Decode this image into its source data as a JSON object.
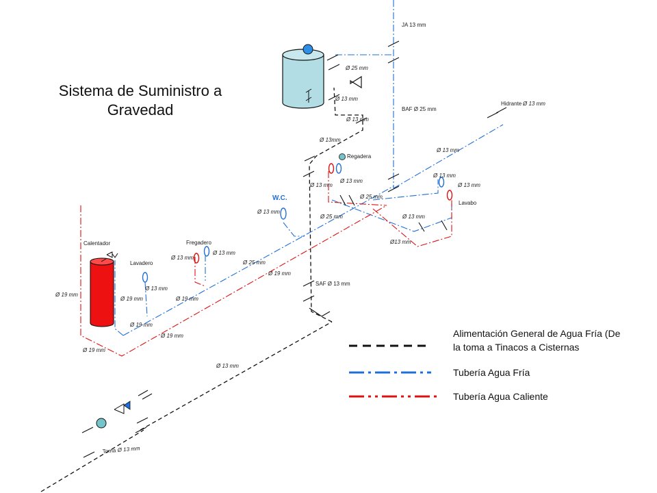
{
  "title_line1": "Sistema de Suministro a",
  "title_line2": "Gravedad",
  "colors": {
    "supply": "#111111",
    "cold": "#1e6fd9",
    "hot": "#e01010",
    "tank": "#b3dde4",
    "heater": "#ee1111",
    "valve_ball": "#2f8fe6",
    "meter": "#76c3c9"
  },
  "fixtures": {
    "calentador": "Calentador",
    "lavadero": "Lavadero",
    "fregadero": "Fregadero",
    "wc": "W.C.",
    "regadera": "Regadera",
    "lavabo": "Lavabo",
    "hidrante": "Hidrante",
    "toma": "Toma"
  },
  "labels": {
    "ja": "JA 13  mm",
    "t25": "Ø 25 mm",
    "t13_tank": "Ø 13 mm",
    "baf": "BAF Ø 25 mm",
    "hid13": "Ø 13 mm",
    "t13_b": "Ø 13 mm",
    "t13mm": "Ø 13mm",
    "t13_c": "Ø 13 mm",
    "t13_d": "Ø 13 mm",
    "t13_e": "Ø 13 mm",
    "t13_f": "Ø 13 mm",
    "t13_g": "Ø 13 mm",
    "t25_b": "Ø 25  mm",
    "t25_c": "Ø 25 mm",
    "t13_h": "Ø 13 mm",
    "t13_i": "Ø13 mm",
    "wc13": "Ø 13 mm",
    "freg13a": "Ø 13 mm",
    "freg13b": "Ø 13 mm",
    "t25_d": "Ø 25 mm",
    "t19_a": "Ø 19 mm",
    "lav13": "Ø 13 mm",
    "t19_b": "Ø 19 mm",
    "t19_c": "Ø 19 mm",
    "t19_d": "Ø 19 mm",
    "t19_e": "Ø 19 mm",
    "t19_f": "Ø 19 mm",
    "t19_g": "Ø 19 mm",
    "saf": "SAF  Ø 13 mm",
    "main13": "Ø 13 mm",
    "toma13": "Ø 13 mm"
  },
  "legend": {
    "supply_line1": "Alimentación General de Agua Fría (De",
    "supply_line2": "la toma a Tinacos a Cisternas",
    "cold": "Tubería Agua Fría",
    "hot": "Tubería Agua Caliente"
  }
}
